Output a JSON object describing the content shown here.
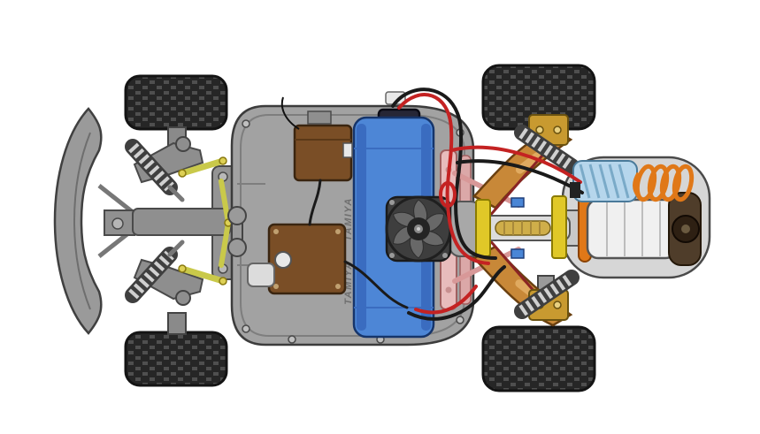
{
  "page": {
    "background": "#ffffff",
    "description": "Top view illustration of an RC buggy chassis"
  },
  "illustration": {
    "battery_logo_top": "TAMIYA",
    "battery_logo_bottom": "TAMIYA",
    "colors": {
      "chassis_gray": "#a2a2a2",
      "outline_dark": "#3c3c3c",
      "battery_blue": "#4d86d6",
      "battery_edge": "#1e3f7a",
      "tire_black": "#262626",
      "tread_light": "#4f4f4f",
      "electronics_brown": "#7a4e26",
      "wire_red": "#c42222",
      "wire_black": "#1a1a1a",
      "suspension_tan": "#c88838",
      "link_yellow": "#c9c94a",
      "mount_gold": "#c89a30",
      "motor_silver": "#f0f0f0",
      "motor_orange": "#e07818",
      "heatsink_blue": "#b6d6ec",
      "plate_pink": "#e8bcbc",
      "spring_light": "#d0d0d0",
      "fan_dark": "#3e3e3e"
    }
  }
}
